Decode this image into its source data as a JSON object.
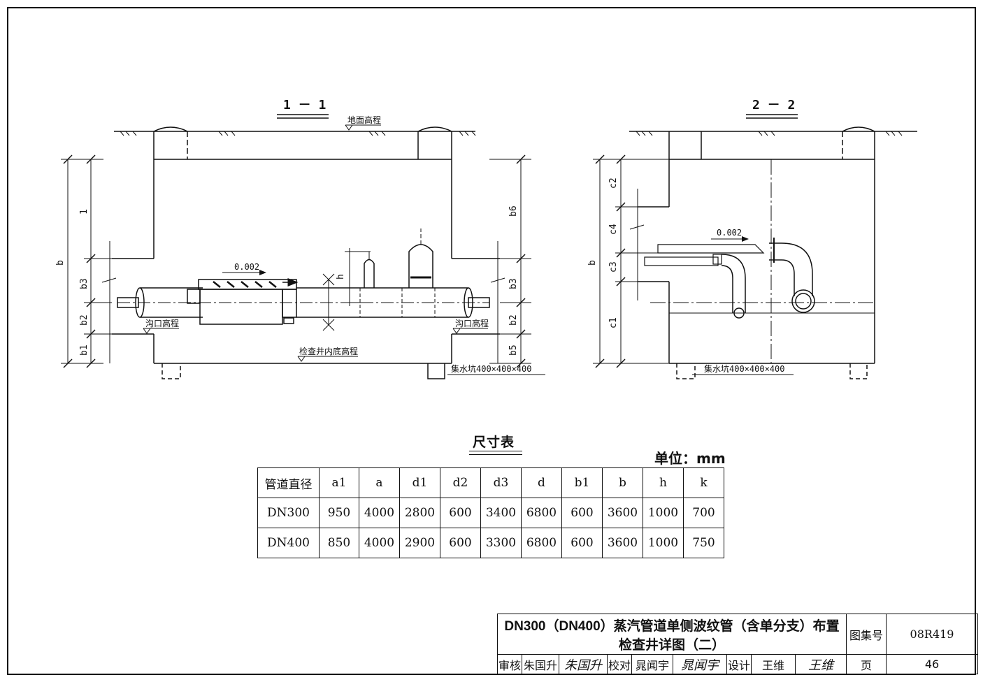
{
  "sections": {
    "s1": {
      "title": "1 － 1",
      "ground_label": "地面高程",
      "slope": "0.002",
      "trench_label_left": "沟口高程",
      "trench_label_right": "沟口高程",
      "bottom_label": "检查井内底高程",
      "sump_label": "集水坑400×400×400",
      "dims_left": {
        "b": "b",
        "b3": "b3",
        "b2": "b2",
        "b1": "b1",
        "top": "1"
      },
      "dims_right": {
        "b6": "b6",
        "b3": "b3",
        "b2": "b2",
        "b5": "b5"
      },
      "h": "h"
    },
    "s2": {
      "title": "2 － 2",
      "slope": "0.002",
      "sump_label": "集水坑400×400×400",
      "dims": {
        "b": "b",
        "c2": "c2",
        "c4": "c4",
        "c3": "c3",
        "c1": "c1"
      }
    }
  },
  "dimension_table": {
    "title": "尺寸表",
    "unit": "单位：mm",
    "headers": [
      "管道直径",
      "a1",
      "a",
      "d1",
      "d2",
      "d3",
      "d",
      "b1",
      "b",
      "h",
      "k"
    ],
    "rows": [
      [
        "DN300",
        "950",
        "4000",
        "2800",
        "600",
        "3400",
        "6800",
        "600",
        "3600",
        "1000",
        "700"
      ],
      [
        "DN400",
        "850",
        "4000",
        "2900",
        "600",
        "3300",
        "6800",
        "600",
        "3600",
        "1000",
        "750"
      ]
    ]
  },
  "title_block": {
    "title": "DN300（DN400）蒸汽管道单侧波纹管（含单分支）布置检查井详图（二）",
    "atlas_label": "图集号",
    "atlas_no": "08R419",
    "review_label": "审核",
    "reviewer": "朱国升",
    "reviewer_sig": "朱国升",
    "check_label": "校对",
    "checker": "晁闻宇",
    "checker_sig": "晁闻宇",
    "design_label": "设计",
    "designer": "王维",
    "designer_sig": "王维",
    "page_label": "页",
    "page_no": "46"
  }
}
